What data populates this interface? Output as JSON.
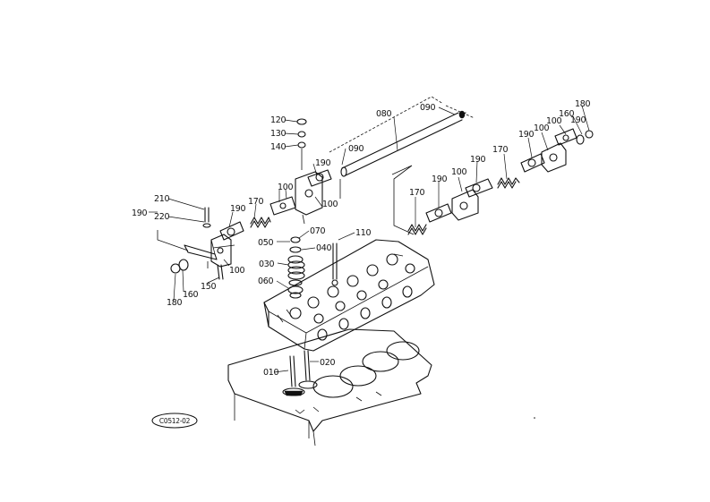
{
  "callouts": [
    {
      "id": "c010",
      "text": "010"
    },
    {
      "id": "c020",
      "text": "020"
    },
    {
      "id": "c030",
      "text": "030"
    },
    {
      "id": "c040",
      "text": "040"
    },
    {
      "id": "c050",
      "text": "050"
    },
    {
      "id": "c060",
      "text": "060"
    },
    {
      "id": "c070",
      "text": "070"
    },
    {
      "id": "c080",
      "text": "080"
    },
    {
      "id": "c090a",
      "text": "090"
    },
    {
      "id": "c090b",
      "text": "090"
    },
    {
      "id": "c100a",
      "text": "100"
    },
    {
      "id": "c100b",
      "text": "100"
    },
    {
      "id": "c100c",
      "text": "100"
    },
    {
      "id": "c100d",
      "text": "100"
    },
    {
      "id": "c100e",
      "text": "100"
    },
    {
      "id": "c100f",
      "text": "100"
    },
    {
      "id": "c110",
      "text": "110"
    },
    {
      "id": "c120",
      "text": "120"
    },
    {
      "id": "c130",
      "text": "130"
    },
    {
      "id": "c140",
      "text": "140"
    },
    {
      "id": "c150",
      "text": "150"
    },
    {
      "id": "c160a",
      "text": "160"
    },
    {
      "id": "c160b",
      "text": "160"
    },
    {
      "id": "c170a",
      "text": "170"
    },
    {
      "id": "c170b",
      "text": "170"
    },
    {
      "id": "c170c",
      "text": "170"
    },
    {
      "id": "c180a",
      "text": "180"
    },
    {
      "id": "c180b",
      "text": "180"
    },
    {
      "id": "c190a",
      "text": "190"
    },
    {
      "id": "c190b",
      "text": "190"
    },
    {
      "id": "c190c",
      "text": "190"
    },
    {
      "id": "c190d",
      "text": "190"
    },
    {
      "id": "c190e",
      "text": "190"
    },
    {
      "id": "c190f",
      "text": "190"
    },
    {
      "id": "c190g",
      "text": "190"
    },
    {
      "id": "c210",
      "text": "210"
    },
    {
      "id": "c220",
      "text": "220"
    }
  ],
  "stamp": {
    "text": "C0512-02"
  }
}
